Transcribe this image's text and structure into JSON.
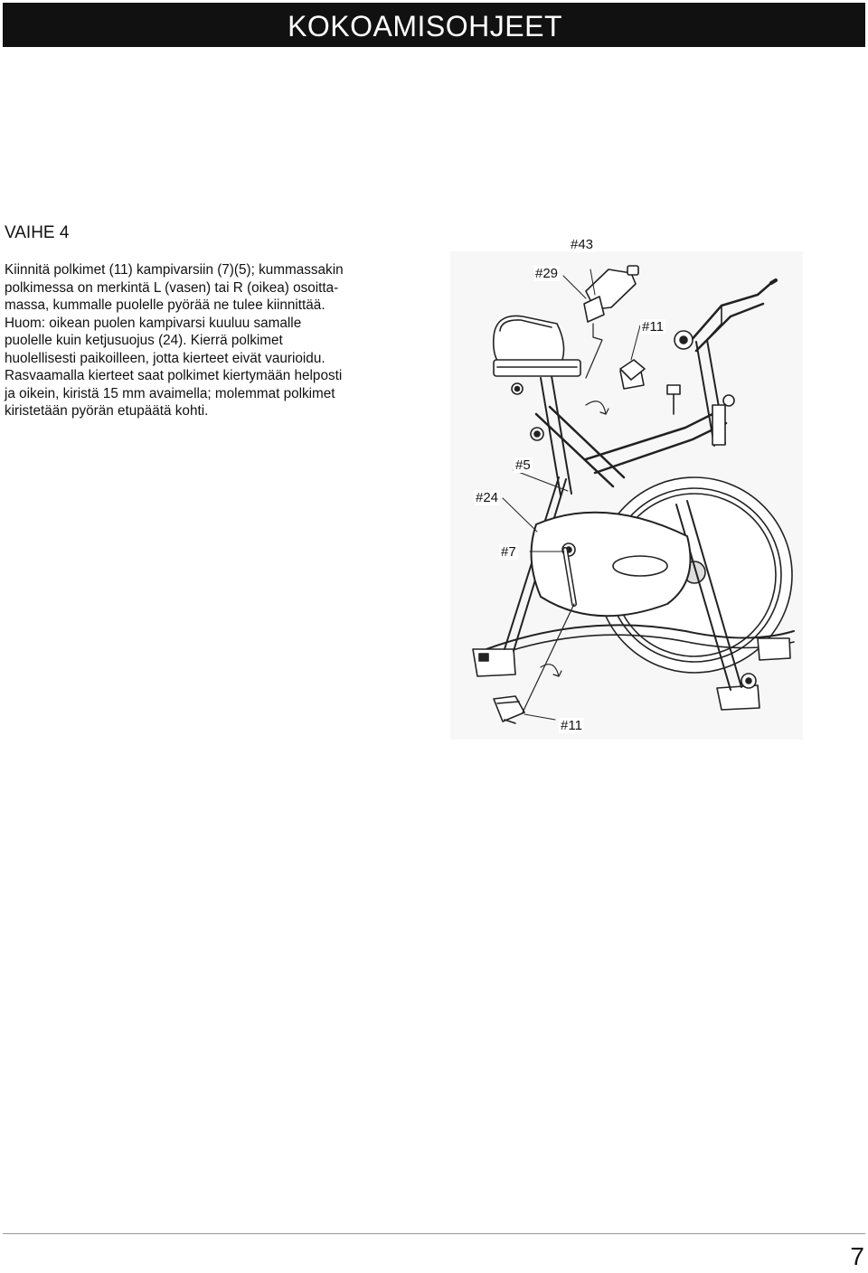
{
  "header": {
    "title": "KOKOAMISOHJEET"
  },
  "step": {
    "title": "VAIHE 4",
    "lines": [
      "Kiinnitä polkimet (11) kampivarsiin (7)(5); kummassakin",
      "polkimessa on merkintä L (vasen) tai R (oikea) osoitta-",
      "massa, kummalle puolelle pyörää ne tulee kiinnittää.",
      "Huom: oikean puolen kampivarsi kuuluu samalle",
      "puolelle kuin ketjusuojus (24). Kierrä polkimet",
      "huolellisesti paikoilleen, jotta kierteet eivät vaurioidu.",
      "Rasvaamalla kierteet saat polkimet kiertymään helposti",
      "ja oikein, kiristä 15 mm avaimella; molemmat polkimet",
      "kiristetään pyörän etupäätä kohti."
    ]
  },
  "diagram": {
    "callouts": {
      "c43": "#43",
      "c29": "#29",
      "c11_top": "#11",
      "c5": "#5",
      "c24": "#24",
      "c7": "#7",
      "c11_bottom": "#11"
    }
  },
  "footer": {
    "page_number": "7"
  }
}
